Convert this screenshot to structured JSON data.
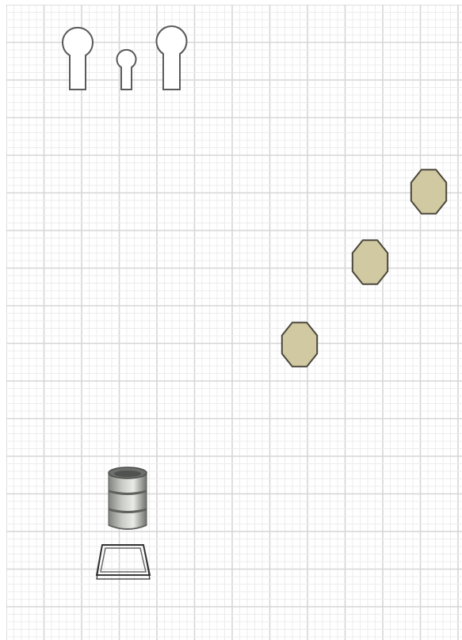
{
  "canvas": {
    "background": "#ffffff",
    "grid": true,
    "grid_minor_color": "#ececec",
    "grid_major_color": "#d6d6d6"
  },
  "shapes": {
    "keyholes": [
      {
        "name": "keyhole-large-left",
        "size": "large"
      },
      {
        "name": "keyhole-small",
        "size": "small"
      },
      {
        "name": "keyhole-large-right",
        "size": "large"
      }
    ],
    "octagons": [
      {
        "name": "octagon-top",
        "fill": "#d1c9a1"
      },
      {
        "name": "octagon-middle",
        "fill": "#d1c9a1"
      },
      {
        "name": "octagon-bottom",
        "fill": "#d1c9a1"
      }
    ],
    "barrel": {
      "name": "oil-barrel-icon",
      "body_color": "#a9aca6",
      "band_color": "#5f625e"
    },
    "frame": {
      "name": "trapezoid-frame-icon",
      "stroke": "#3a3a3a"
    }
  }
}
